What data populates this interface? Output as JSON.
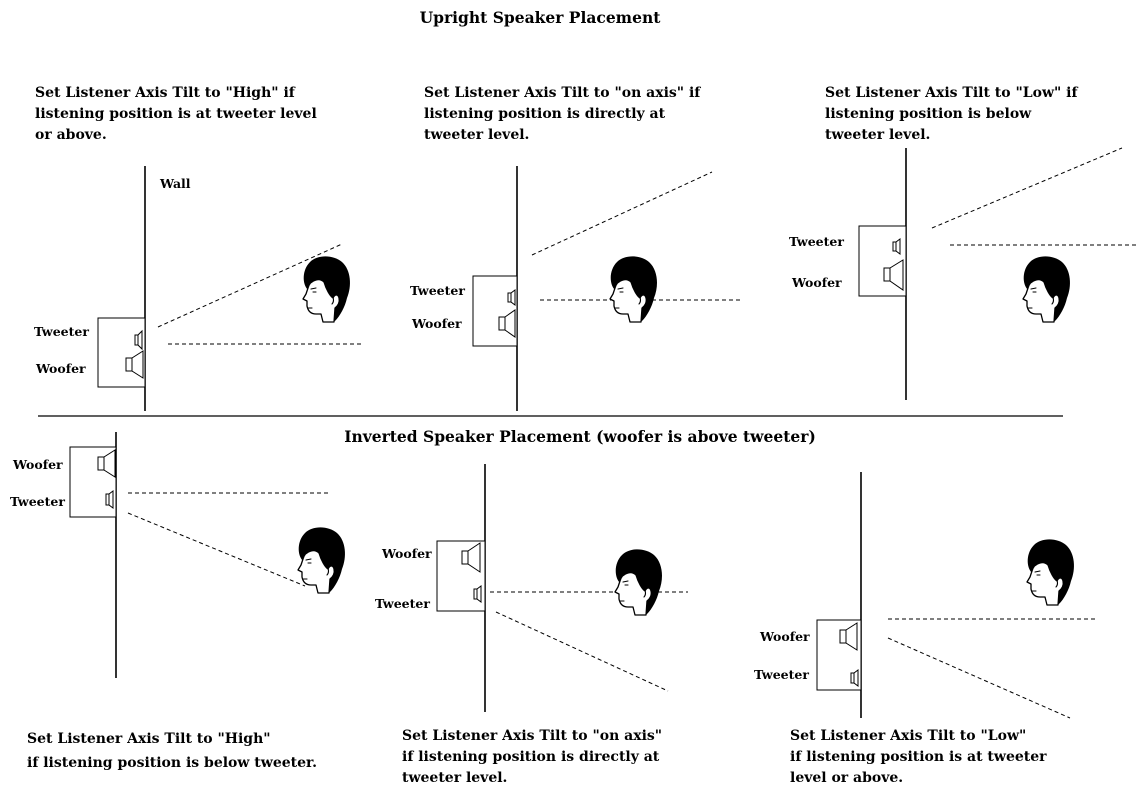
{
  "titles": {
    "upright": "Upright Speaker Placement",
    "inverted": "Inverted Speaker Placement (woofer is above tweeter)"
  },
  "labels": {
    "wall": "Wall",
    "tweeter": "Tweeter",
    "woofer": "Woofer"
  },
  "upright": {
    "high": [
      "Set  Listener Axis Tilt to \"High\" if",
      "listening position is at tweeter level",
      "or above."
    ],
    "on_axis": [
      "Set Listener Axis Tilt to \"on axis\" if",
      "listening position is directly at",
      "tweeter level."
    ],
    "low": [
      "Set Listener Axis Tilt to \"Low\" if",
      "listening position is below",
      "tweeter level."
    ]
  },
  "inverted": {
    "high": [
      "Set Listener Axis Tilt to \"High\"",
      "if listening position is below tweeter."
    ],
    "on_axis": [
      "Set Listener Axis Tilt to \"on axis\"",
      "if listening position is directly at",
      "tweeter level."
    ],
    "low": [
      "Set Listener Axis Tilt to \"Low\"",
      "if listening position is at tweeter",
      "level or above."
    ]
  },
  "icons": [
    "speaker-cabinet-icon",
    "woofer-icon",
    "tweeter-icon",
    "listener-head-icon"
  ]
}
